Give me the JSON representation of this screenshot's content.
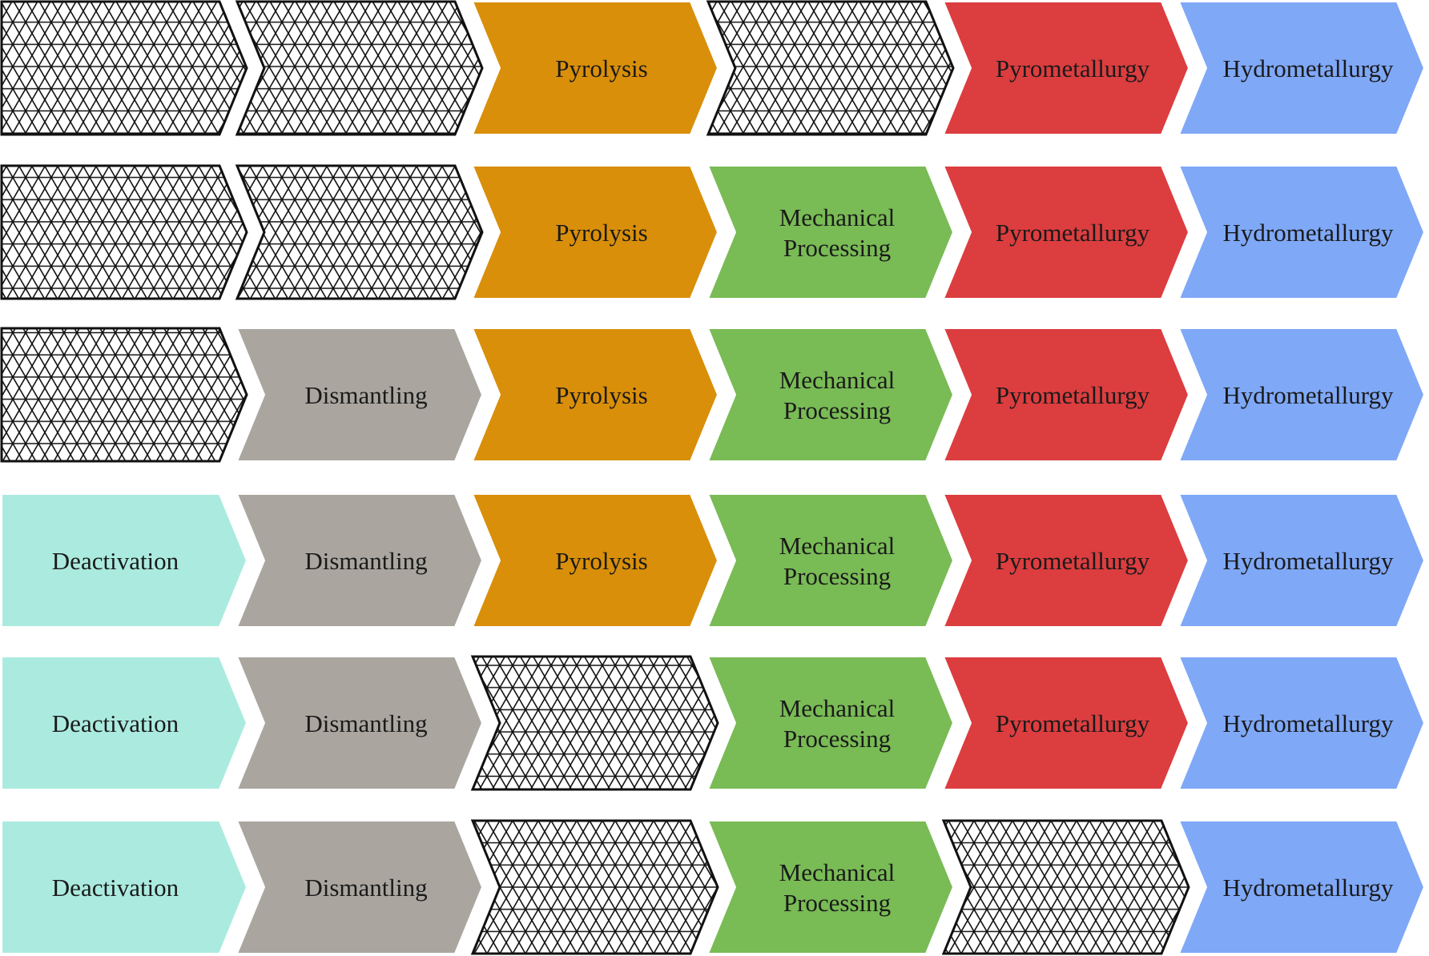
{
  "process_steps": [
    {
      "key": "deactivation",
      "label": "Deactivation",
      "color": "#abebdf"
    },
    {
      "key": "dismantling",
      "label": "Dismantling",
      "color": "#aaa69f"
    },
    {
      "key": "pyrolysis",
      "label": "Pyrolysis",
      "color": "#d98f0a"
    },
    {
      "key": "mechanical",
      "label": "Mechanical\nProcessing",
      "color": "#79bb55"
    },
    {
      "key": "pyrometallurgy",
      "label": "Pyrometallurgy",
      "color": "#dc3d3f"
    },
    {
      "key": "hydrometallurgy",
      "label": "Hydrometallurgy",
      "color": "#7fa8f7"
    }
  ],
  "skipped_pattern": "triangular-mesh-hatch",
  "rows": [
    {
      "steps": [
        false,
        false,
        true,
        false,
        true,
        true
      ]
    },
    {
      "steps": [
        false,
        false,
        true,
        true,
        true,
        true
      ]
    },
    {
      "steps": [
        false,
        true,
        true,
        true,
        true,
        true
      ]
    },
    {
      "steps": [
        true,
        true,
        true,
        true,
        true,
        true
      ]
    },
    {
      "steps": [
        true,
        true,
        false,
        true,
        true,
        true
      ]
    },
    {
      "steps": [
        true,
        true,
        false,
        true,
        false,
        true
      ]
    }
  ]
}
